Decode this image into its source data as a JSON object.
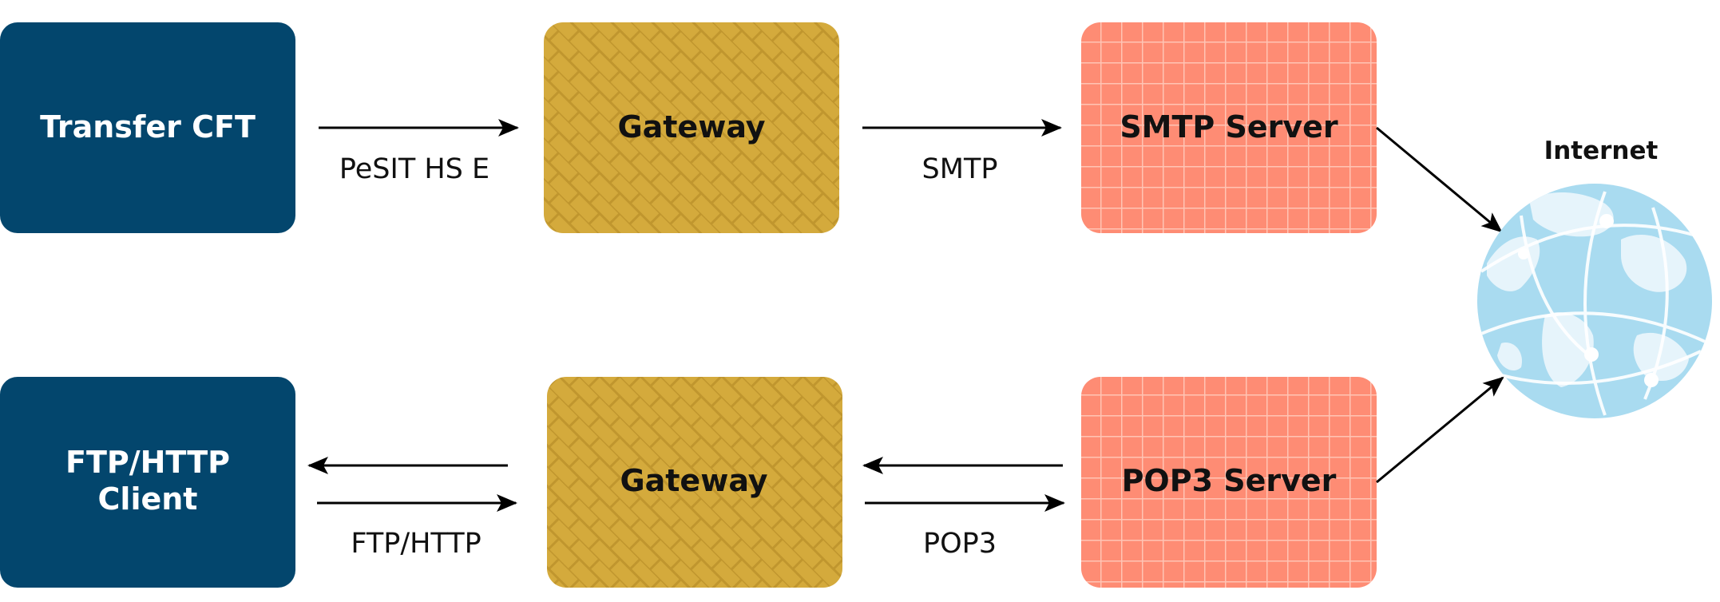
{
  "colors": {
    "cft_fill": "#03466d",
    "gateway_fill": "#d4aa3c",
    "gateway_pattern": "#c0962e",
    "server_fill": "#fe8c74",
    "server_grid": "#ffc4b4",
    "globe_fill": "#a9dbf0",
    "globe_land": "#e6f4fb",
    "arrow": "#000000"
  },
  "nodes": {
    "transfer_cft": {
      "label": "Transfer CFT"
    },
    "gateway_top": {
      "label": "Gateway"
    },
    "smtp_server": {
      "label": "SMTP Server"
    },
    "ftp_http_client": {
      "line1": "FTP/HTTP",
      "line2": "Client"
    },
    "gateway_bottom": {
      "label": "Gateway"
    },
    "pop3_server": {
      "label": "POP3 Server"
    },
    "internet": {
      "label": "Internet",
      "icon": "globe-icon"
    }
  },
  "edges": {
    "pesit": {
      "label": "PeSIT HS E"
    },
    "smtp": {
      "label": "SMTP"
    },
    "ftp_http": {
      "label": "FTP/HTTP"
    },
    "pop3": {
      "label": "POP3"
    }
  }
}
